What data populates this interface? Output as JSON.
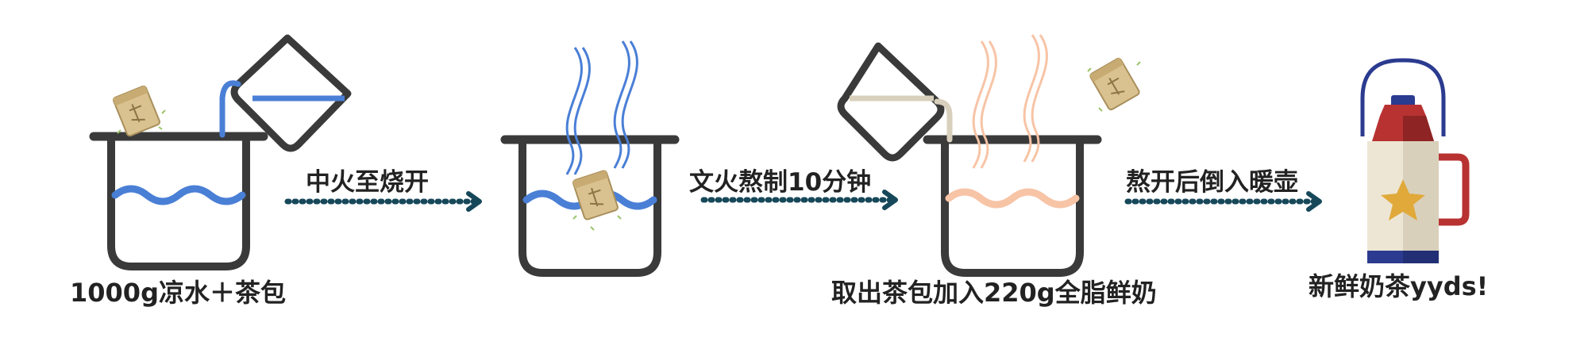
{
  "steps": {
    "step1_label": "1000g凉水＋茶包",
    "step3_label": "取出茶包加入220g全脂鲜奶",
    "step4_label": "新鲜奶茶yyds!"
  },
  "arrows": {
    "arrow1_label": "中火至烧开",
    "arrow2_label": "文火熬制10分钟",
    "arrow3_label": "熬开后倒入暖壶"
  },
  "colors": {
    "pot_outline": "#3a3a3a",
    "water": "#4a7fd6",
    "milk": "#f7c4a6",
    "arrow": "#17485a",
    "flask_red": "#b83232",
    "flask_cream": "#ede6d4",
    "flask_blue": "#2b3b8f",
    "star": "#e0a93a",
    "tea_bag": "#d9c28f"
  }
}
